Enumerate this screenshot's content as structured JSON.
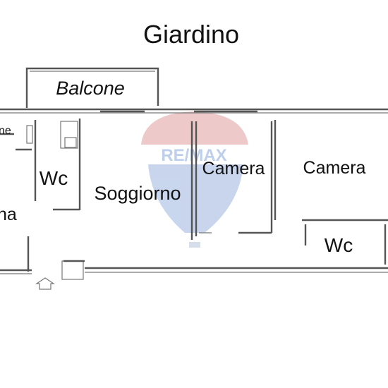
{
  "plan": {
    "outside_label": "Giardino",
    "balcony_label": "Balcone",
    "rooms": {
      "wc_left": "Wc",
      "living": "Soggiorno",
      "bedroom_1": "Camera",
      "bedroom_2": "Camera",
      "wc_right": "Wc",
      "left_edge_top": "ne",
      "left_edge_bottom": "na"
    }
  },
  "watermark": {
    "text": "RE/MAX",
    "colors": {
      "red": "#e8b7b9",
      "blue": "#b6c8e8",
      "blue_text": "#a9bfe6"
    }
  }
}
